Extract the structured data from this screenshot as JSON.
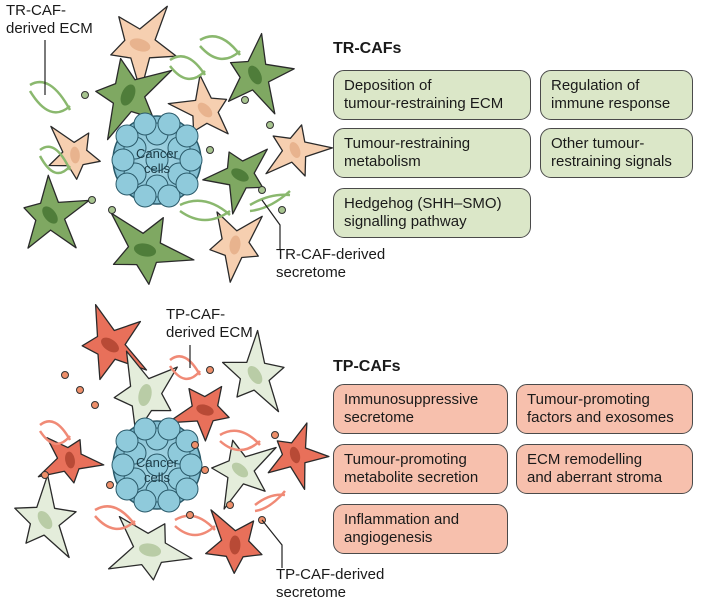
{
  "top": {
    "header": "TR-CAFs",
    "ecm_label": "TR-CAF-\nderived ECM",
    "cancer_label": "Cancer\ncells",
    "secretome_label": "TR-CAF-derived\nsecretome",
    "boxes": [
      "Deposition of\ntumour-restraining ECM",
      "Regulation of\nimmune response",
      "Tumour-restraining\nmetabolism",
      "Other tumour-\nrestraining signals",
      "Hedgehog (SHH–SMO)\nsignalling pathway"
    ],
    "colors": {
      "cell": "#7fa862",
      "cell_light": "#f6cfb0",
      "box": "#dbe7c8"
    }
  },
  "bottom": {
    "header": "TP-CAFs",
    "ecm_label": "TP-CAF-\nderived ECM",
    "cancer_label": "Cancer\ncells",
    "secretome_label": "TP-CAF-derived\nsecretome",
    "boxes": [
      "Immunosuppressive\nsecretome",
      "Tumour-promoting\nfactors and exosomes",
      "Tumour-promoting\nmetabolite secretion",
      "ECM remodelling\nand aberrant stroma",
      "Inflammation and\nangiogenesis"
    ],
    "colors": {
      "cell": "#e8705a",
      "cell_light": "#e4eddb",
      "box": "#f7c0ad"
    }
  }
}
